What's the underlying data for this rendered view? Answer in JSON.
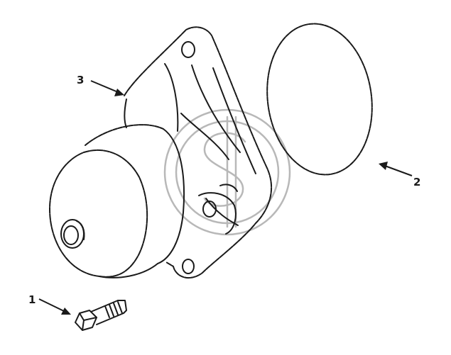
{
  "callouts": [
    {
      "id": "1",
      "label": "1"
    },
    {
      "id": "2",
      "label": "2"
    },
    {
      "id": "3",
      "label": "3"
    }
  ],
  "colors": {
    "ink": "#1a1a1a",
    "watermark": "#b8b8b8",
    "background": "#ffffff"
  },
  "watermark": {
    "icon": "gs-circle-watermark"
  }
}
